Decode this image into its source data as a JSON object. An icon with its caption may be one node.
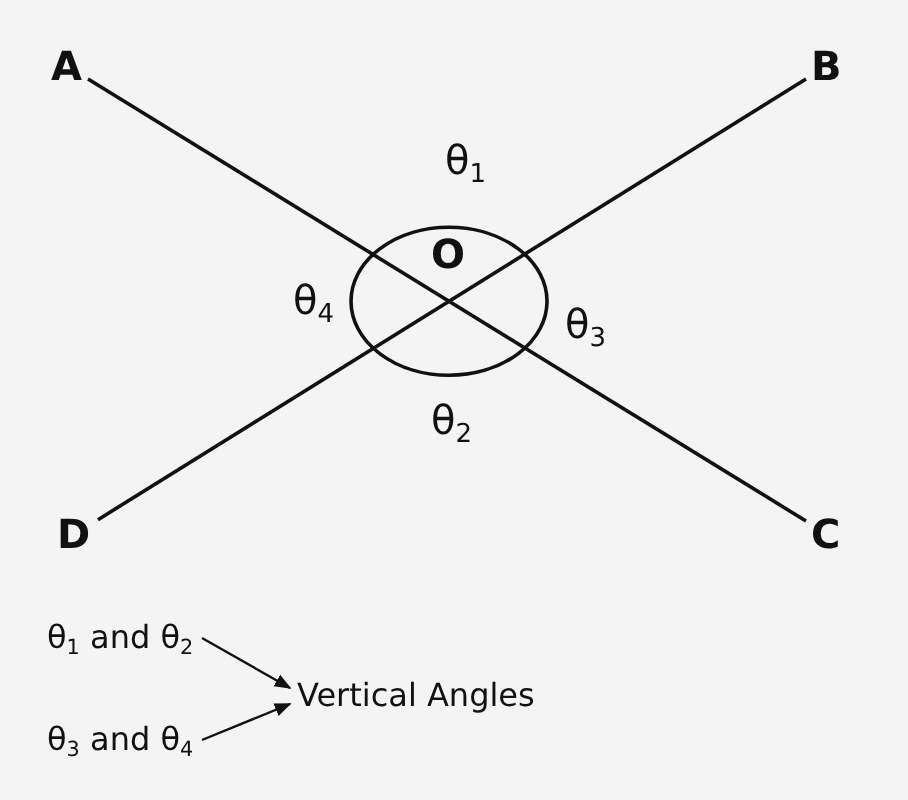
{
  "diagram": {
    "nodes": [
      {
        "text": [
          "A"
        ]
      },
      {
        "text": [
          "B"
        ]
      },
      {
        "text": [
          "C"
        ]
      },
      {
        "text": [
          "D"
        ]
      },
      {
        "text": [
          "θ$_{1}$ and θ$_{2}$"
        ]
      },
      {
        "text": [
          "θ$_{3}$ and θ$_{4}$"
        ]
      },
      {
        "text": [
          "Vertical Angles"
        ]
      }
    ],
    "edges": [
      {
        "from": 0,
        "to": 2,
        "arrow": "none"
      },
      {
        "from": 3,
        "to": 1,
        "arrow": "none"
      },
      {
        "from": 4,
        "to": 6,
        "arrow": "to"
      },
      {
        "from": 5,
        "to": 6,
        "arrow": "to"
      }
    ],
    "labels": [
      "θ$_{1}$",
      "O",
      "θ$_{4}$",
      "θ$_{3}$",
      "θ$_{2}$"
    ]
  }
}
